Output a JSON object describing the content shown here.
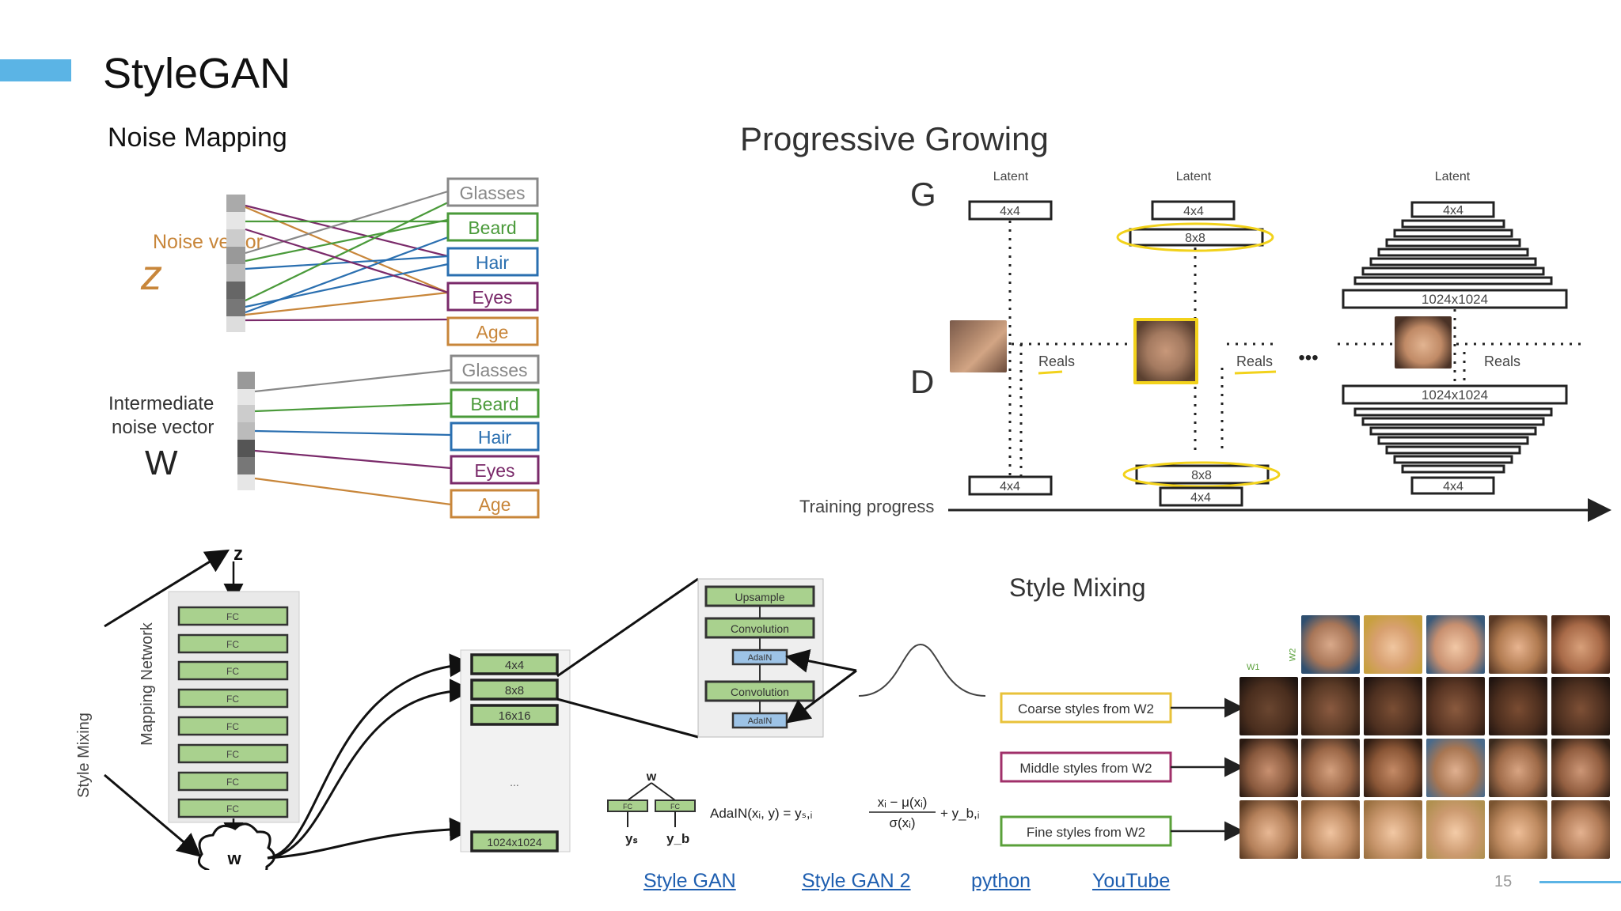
{
  "slide": {
    "title": "StyleGAN",
    "page_number": "15",
    "accent_color": "#5bb4e5"
  },
  "noise_mapping": {
    "title": "Noise Mapping",
    "z_label": "Noise vector",
    "z_symbol": "z",
    "w_label_line1": "Intermediate",
    "w_label_line2": "noise vector",
    "w_symbol": "W",
    "features": [
      {
        "label": "Glasses",
        "color": "#888888"
      },
      {
        "label": "Beard",
        "color": "#4a9a3a"
      },
      {
        "label": "Hair",
        "color": "#2a6fb0"
      },
      {
        "label": "Eyes",
        "color": "#7a2a6a"
      },
      {
        "label": "Age",
        "color": "#c8863a"
      }
    ],
    "z_color": "#c8863a"
  },
  "progressive_growing": {
    "title": "Progressive Growing",
    "g_label": "G",
    "d_label": "D",
    "latent_label": "Latent",
    "reals_label": "Reals",
    "training_progress_label": "Training progress",
    "block_4x4": "4x4",
    "block_8x8": "8x8",
    "block_1024": "1024x1024",
    "ellipsis": "•••",
    "highlight_color": "#f2d21b"
  },
  "architecture": {
    "z_label": "z",
    "w_label": "w",
    "style_mixing_label": "Style Mixing",
    "mapping_network_label": "Mapping Network",
    "fc_label": "FC",
    "fc_count": 8,
    "synthesis_blocks": [
      "4x4",
      "8x8",
      "16x16"
    ],
    "synthesis_ellipsis": "...",
    "synthesis_last": "1024x1024",
    "detail_blocks": [
      "Upsample",
      "Convolution",
      "AdaIN",
      "Convolution",
      "AdaIN"
    ],
    "adain_formula": "AdaIN(xᵢ, y) = yₛ,ᵢ · (xᵢ − μ(xᵢ)) / σ(xᵢ) + y_b,ᵢ",
    "adain_lhs": "AdaIN(xᵢ, y) = yₛ,ᵢ",
    "adain_num": "xᵢ − μ(xᵢ)",
    "adain_den": "σ(xᵢ)",
    "adain_rhs": "+ y_b,ᵢ",
    "ys_label": "yₛ",
    "yb_label": "y_b",
    "green": "#a9d18e",
    "blue": "#9dc3e6"
  },
  "style_mixing": {
    "title": "Style Mixing",
    "w1_label": "W1",
    "w2_label": "W2",
    "rows": [
      {
        "label": "Coarse styles from W2",
        "color": "#e8c23a"
      },
      {
        "label": "Middle styles from W2",
        "color": "#a0306a"
      },
      {
        "label": "Fine styles from W2",
        "color": "#5aa03a"
      }
    ]
  },
  "links": [
    {
      "label": "Style GAN"
    },
    {
      "label": "Style GAN 2"
    },
    {
      "label": "python"
    },
    {
      "label": "YouTube"
    }
  ]
}
